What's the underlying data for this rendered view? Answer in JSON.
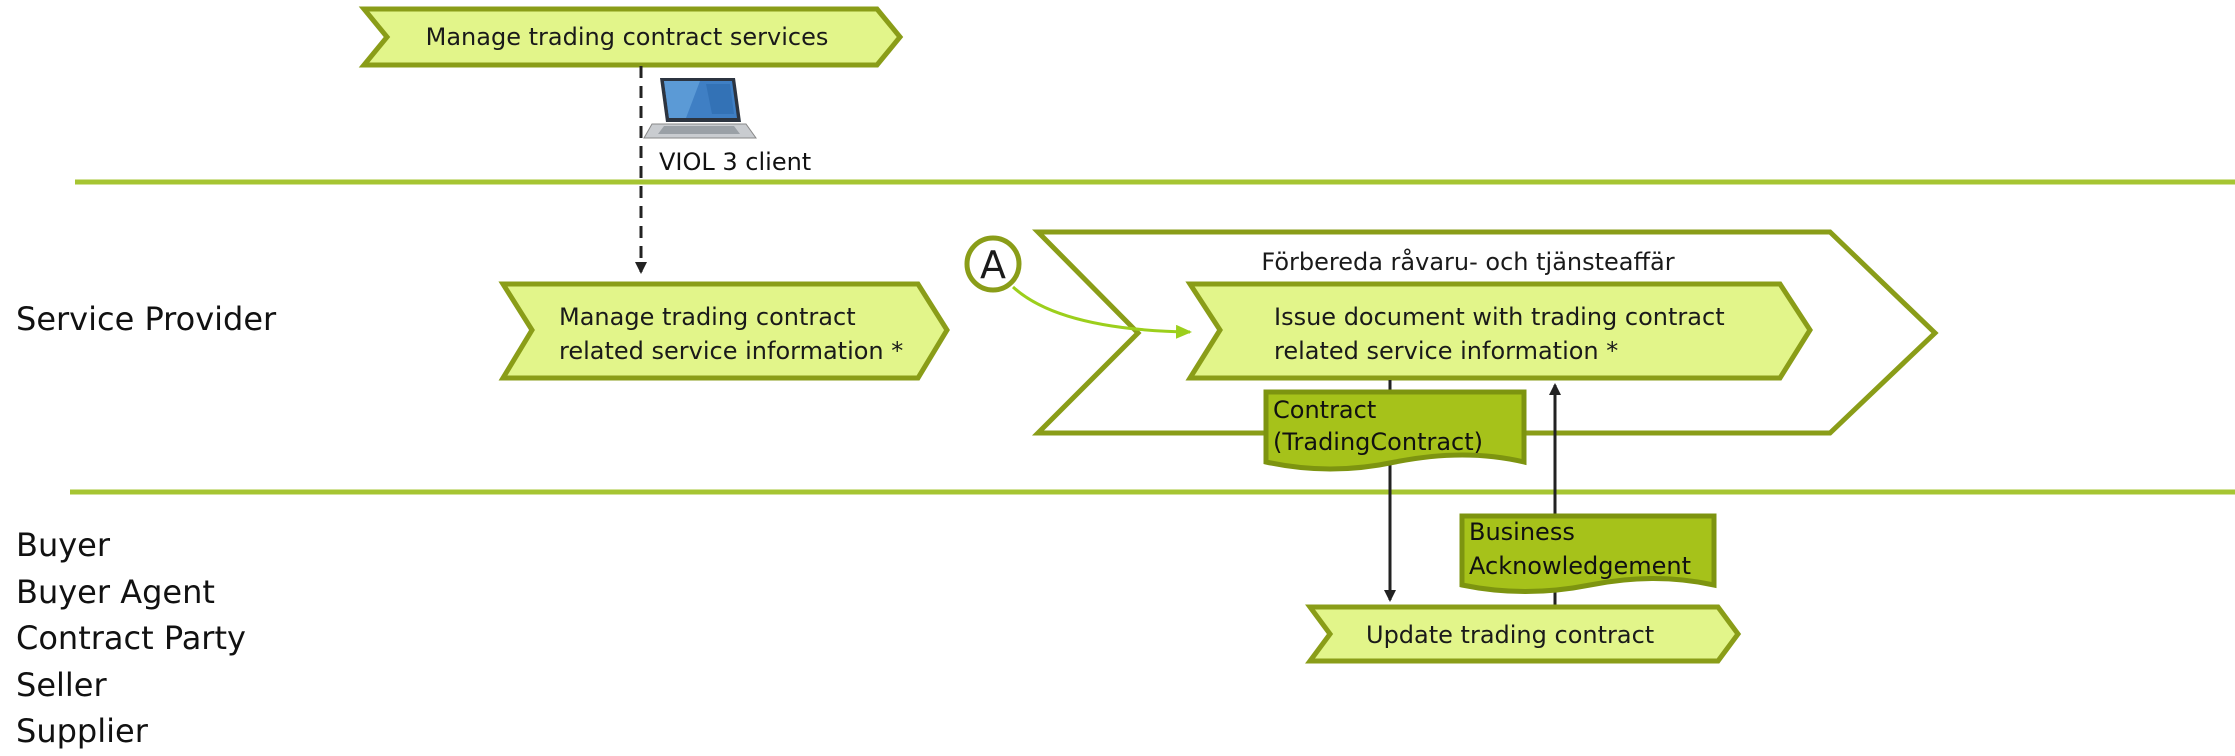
{
  "lanes": {
    "service_provider": "Service Provider",
    "buyer_roles": [
      "Buyer",
      "Buyer Agent",
      "Contract Party",
      "Seller",
      "Supplier"
    ]
  },
  "process_start": {
    "label": "Manage trading contract services"
  },
  "client": {
    "label": "VIOL 3 client",
    "icon": "laptop-icon"
  },
  "activities": {
    "manage_info": [
      "Manage trading contract",
      "related service information *"
    ],
    "issue_document": [
      "Issue document with trading contract",
      "related service information *"
    ],
    "update_contract": "Update trading contract"
  },
  "group": {
    "label": "Förbereda råvaru- och tjänsteaffär"
  },
  "connector": {
    "label": "A"
  },
  "documents": {
    "contract": [
      "Contract",
      "(TradingContract)"
    ],
    "acknowledgement": [
      "Business",
      "Acknowledgement"
    ]
  },
  "colors": {
    "lane_line": "#a6c532",
    "activity_fill": "#e2f58a",
    "activity_stroke": "#8a9d18",
    "document_fill": "#a6c21a",
    "document_stroke": "#7d9410",
    "connector_arrow": "#9ccf1c",
    "flow_arrow": "#222222"
  }
}
